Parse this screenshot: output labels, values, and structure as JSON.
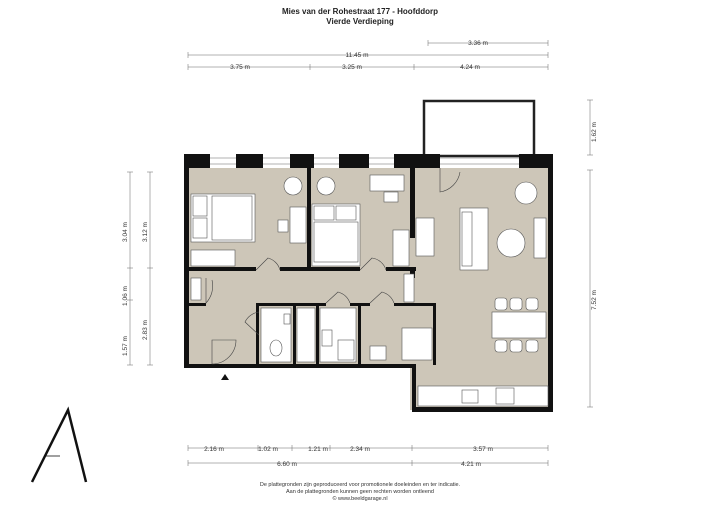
{
  "header": {
    "title": "Mies van der Rohestraat 177 - Hoofddorp",
    "subtitle": "Vierde Verdieping"
  },
  "dimensions": {
    "top_balcony": "3.36 m",
    "top_total": "11.45 m",
    "top_left": "3.75 m",
    "top_mid": "3.25 m",
    "top_right": "4.24 m",
    "right_balcony": "1.62 m",
    "right_main": "7.52 m",
    "left_outer_top": "3.04 m",
    "left_inner_top": "3.12 m",
    "left_outer_mid": "1.06 m",
    "left_inner_bottom": "2.83 m",
    "left_outer_bottom": "1.57 m",
    "bottom_1": "2.16 m",
    "bottom_2": "1.02 m",
    "bottom_3": "1.21 m",
    "bottom_4": "2.34 m",
    "bottom_5": "3.57 m",
    "bottom_total_left": "6.60 m",
    "bottom_total_right": "4.21 m"
  },
  "footer": {
    "line1": "De plattegronden zijn geproduceerd voor promotionele doeleinden en ter indicatie.",
    "line2": "Aan de plattegronden kunnen geen rechten worden ontleend",
    "line3": "© www.beeldgarage.nl"
  },
  "colors": {
    "floor": "#cdc6b8",
    "wall": "#111111",
    "balcony": "#ffffff",
    "furniture": "#ffffff"
  }
}
